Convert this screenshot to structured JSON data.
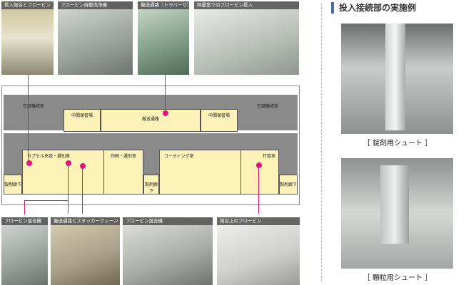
{
  "photos_top": [
    "投入架台とフロービン",
    "フロービン自動洗浄機",
    "搬送通路（トラバーサ）",
    "秤量室でのフロービン投入"
  ],
  "photos_bottom": [
    "フロービン混合機",
    "搬送通路とスタッカークレーン",
    "フロービン混合機",
    "架台上のフロービン"
  ],
  "diagram": {
    "rooms": {
      "machine_left": "空調機械室",
      "machine_right": "空調機械室",
      "storage_left": "中間保管場",
      "storage_right": "中間保管場",
      "corridor": "搬送通路",
      "capsule": "カプセル充填・選別室",
      "print": "印刷・選別室",
      "coating": "コーティング室",
      "tablet": "打錠室",
      "hall_left": "製剤廊下",
      "hall_mid": "製剤廊下",
      "hall_right": "製剤廊下"
    }
  },
  "right": {
    "title": "投入接続部の実施例",
    "caption1": "［ 錠剤用シュート ］",
    "caption2": "［ 顆粒用シュート ］"
  },
  "colors": {
    "accent": "#e0147a",
    "room": "#fdf2b8",
    "title_bar": "#4a6fa5"
  }
}
